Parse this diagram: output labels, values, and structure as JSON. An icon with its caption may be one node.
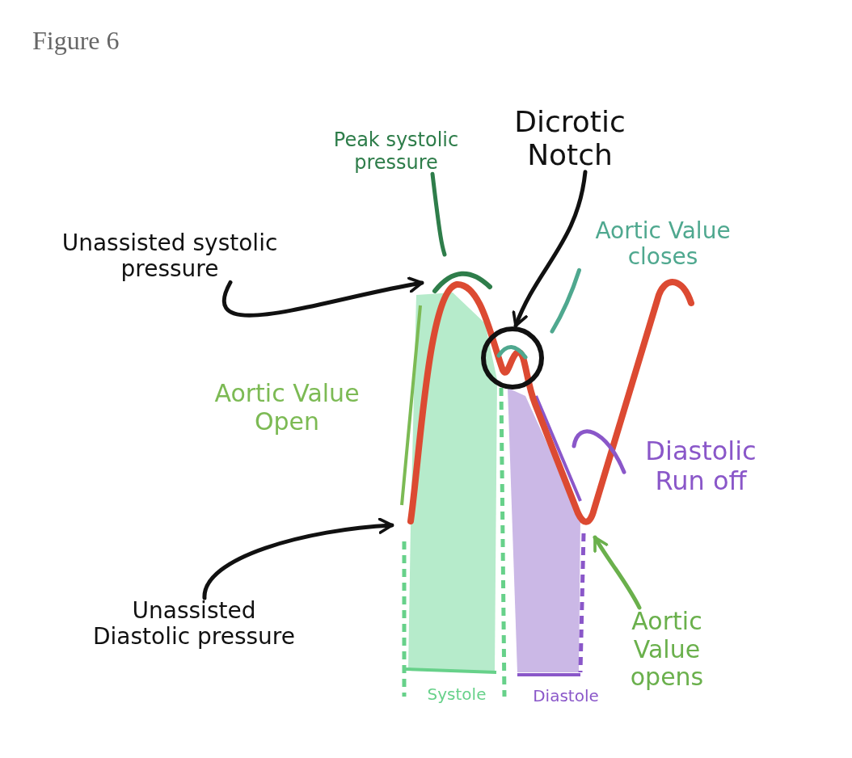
{
  "diagram": {
    "title": "Figure 6",
    "nodes": [
      {
        "text": [
          "Peak systolic pressure"
        ]
      },
      {
        "text": [
          "Dicrotic Notch"
        ]
      },
      {
        "text": [
          "Aortic Value closes"
        ]
      },
      {
        "text": [
          "Unassisted systolic pressure"
        ]
      },
      {
        "text": [],
        "shape": "circle"
      },
      {
        "text": [
          "Diastolic Run off"
        ]
      },
      {
        "text": [
          "Unassisted Diastolic pressure"
        ]
      },
      {
        "text": [
          "Aortic Value opens"
        ]
      }
    ],
    "edges": [
      {
        "from": 3,
        "to": null,
        "arrow": "to"
      },
      {
        "from": 0,
        "to": null,
        "arrow": "none",
        "color": "#2e7d4a"
      },
      {
        "from": 1,
        "to": 4,
        "arrow": "to"
      },
      {
        "from": 2,
        "to": null,
        "arrow": "none",
        "color": "#4fa88f"
      },
      {
        "from": 5,
        "to": null,
        "arrow": "none",
        "color": "#8a57c9"
      },
      {
        "from": 6,
        "to": null,
        "arrow": "to"
      },
      {
        "from": 7,
        "to": null,
        "arrow": "to",
        "color": "#6ab04c"
      }
    ],
    "labels": [
      "Aortic Value Open",
      "Systole",
      "Diastole"
    ]
  }
}
